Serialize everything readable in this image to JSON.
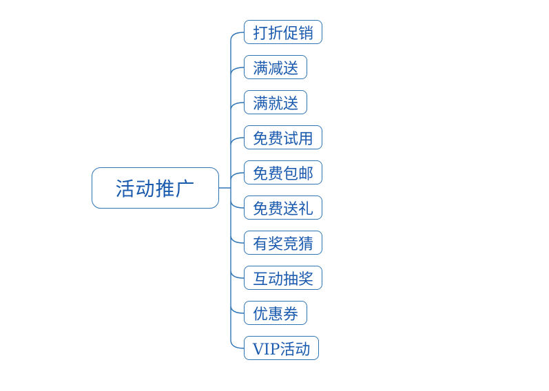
{
  "diagram": {
    "type": "mindmap",
    "root": {
      "label": "活动推广"
    },
    "children": [
      {
        "label": "打折促销"
      },
      {
        "label": "满减送"
      },
      {
        "label": "满就送"
      },
      {
        "label": "免费试用"
      },
      {
        "label": "免费包邮"
      },
      {
        "label": "免费送礼"
      },
      {
        "label": "有奖竞猜"
      },
      {
        "label": "互动抽奖"
      },
      {
        "label": "优惠券"
      },
      {
        "label": "VIP活动"
      }
    ],
    "colors": {
      "line": "#2e74b5",
      "node_border": "#2e74b5",
      "node_text": "#1a5aae",
      "background": "#ffffff"
    }
  }
}
